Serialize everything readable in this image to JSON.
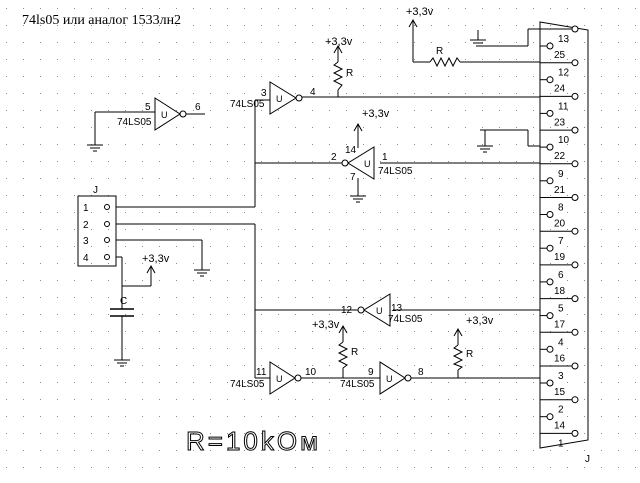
{
  "title": "74ls05 или аналог 1533лн2",
  "resistor_note": "R=10kOм",
  "supply_label": "+3,3v",
  "chip_label": "74LS05",
  "gate_letter": "U",
  "resistor_label": "R",
  "capacitor_label": "C",
  "header_label": "J",
  "connector_label": "J",
  "header_pins": [
    "1",
    "2",
    "3",
    "4"
  ],
  "connector_top_row": [
    "13",
    "12",
    "11",
    "10",
    "9",
    "8",
    "7",
    "6",
    "5",
    "4",
    "3",
    "2",
    "1"
  ],
  "connector_bottom_row": [
    "25",
    "24",
    "23",
    "22",
    "21",
    "20",
    "19",
    "18",
    "17",
    "16",
    "15",
    "14"
  ],
  "gates": [
    {
      "in_pin": "5",
      "out_pin": "6"
    },
    {
      "in_pin": "3",
      "out_pin": "4"
    },
    {
      "in_pin": "2",
      "out_pin": "1",
      "vcc_pin": "14",
      "gnd_pin": "7"
    },
    {
      "in_pin": "12",
      "out_pin": "13"
    },
    {
      "in_pin": "11",
      "out_pin": "10"
    },
    {
      "in_pin": "9",
      "out_pin": "8"
    }
  ],
  "colors": {
    "ink": "#000000",
    "grid_dot": "#8c8c8c",
    "background": "#ffffff"
  }
}
